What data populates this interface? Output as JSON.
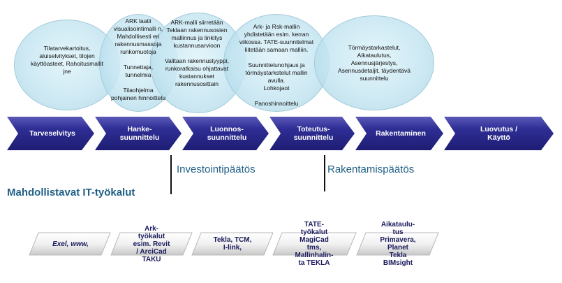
{
  "circles": [
    "Tilatarvekartoitus, aluiselvitykset, tilojen käyttöasteet, Rahoitusmallit jne",
    "ARK laatii visualisointimalli n, Mahdollisesti eri rakennusmassoja runkomuotoja\n\nTunnettaja, tunnelmia\n\nTilaohjelma pohjainen hinnoittelu",
    "ARK-malli siirretään Teklaan rakennusosien mallinnus ja linkitys kustannusarvioon\n\nValitaan rakennustyyppi, runkoratkaisu ohjattavat kustannukset rakennusosittain",
    "Ark- ja Rsk-mallin yhdistetään esim. kerran viikossa. TATE-suunnitelmat liitetään samaan malliin.\n\nSuunnittelunohjaus ja törmäystarkstelut mallin avulla.\nLohkojaot\n\nPanoshinnoittelu",
    "Törmäystarkastelut, Aikataulutus, Asennusjärjestys, Asennusdetaljit, täydentävä suunnittelu"
  ],
  "phases": [
    "Tarveselvitys",
    "Hanke-\nsuunnittelu",
    "Luonnos-\nsuunnittelu",
    "Toteutus-\nsuunnittelu",
    "Rakentaminen",
    "Luovutus /\nKäyttö"
  ],
  "decisions": [
    "Investointipäätös",
    "Rakentamispäätös"
  ],
  "tools_title": "Mahdollistavat IT-työkalut",
  "tools": [
    "Exel, www,",
    "Ark-\ntyökalut\nesim. Revit\n/ ArciCad\nTAKU",
    "Tekla, TCM,\nI-link,",
    "TATE-\ntyökalut\nMagiCad\ntms,\nMallinhalin-\nta  TEKLA",
    "Aikataulu-\ntus\nPrimavera,\nPlanet\nTekla\nBIMsight"
  ],
  "colors": {
    "phase_arrow": "#2b2a8e",
    "phase_arrow_light": "#6a69c4",
    "decision_text": "#1f5f86",
    "tool_text": "#1a1a5c"
  }
}
